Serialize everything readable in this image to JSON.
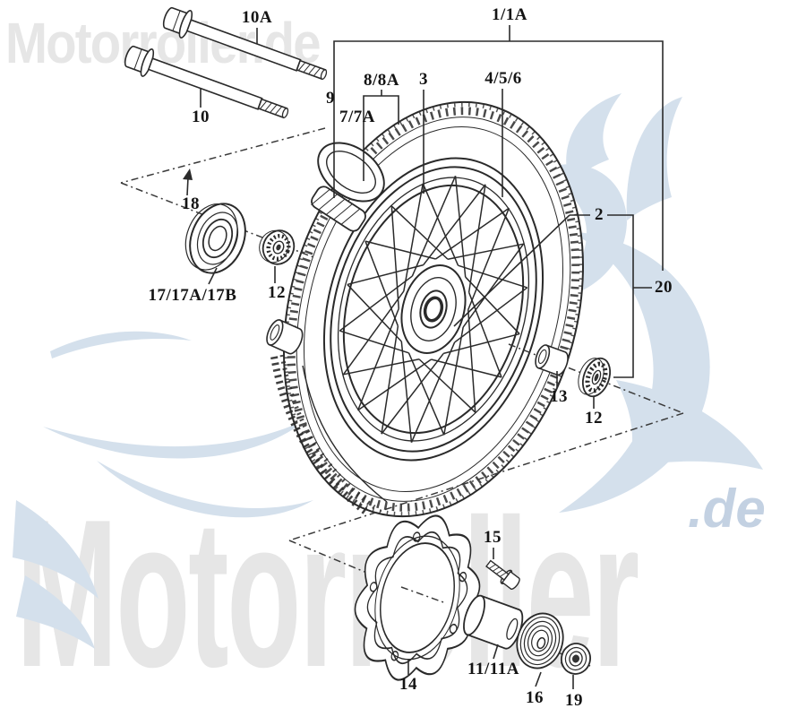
{
  "diagram": {
    "watermark_top": "Motorroller.de",
    "watermark_bottom": "Motorroller",
    "watermark_bottom_suffix": ".de",
    "callouts": [
      {
        "id": "10a",
        "ref": "10A"
      },
      {
        "id": "10",
        "ref": "10"
      },
      {
        "id": "1-1a",
        "ref": "1/1A"
      },
      {
        "id": "9",
        "ref": "9"
      },
      {
        "id": "8-8a",
        "ref": "8/8A"
      },
      {
        "id": "7-7a",
        "ref": "7/7A"
      },
      {
        "id": "3",
        "ref": "3"
      },
      {
        "id": "4-5-6",
        "ref": "4/5/6"
      },
      {
        "id": "18",
        "ref": "18"
      },
      {
        "id": "2",
        "ref": "2"
      },
      {
        "id": "17-17a-17b",
        "ref": "17/17A/17B"
      },
      {
        "id": "12-left",
        "ref": "12"
      },
      {
        "id": "20",
        "ref": "20"
      },
      {
        "id": "13",
        "ref": "13"
      },
      {
        "id": "12-right",
        "ref": "12"
      },
      {
        "id": "15",
        "ref": "15"
      },
      {
        "id": "14",
        "ref": "14"
      },
      {
        "id": "11-11a",
        "ref": "11/11A"
      },
      {
        "id": "16",
        "ref": "16"
      },
      {
        "id": "19",
        "ref": "19"
      }
    ]
  },
  "colors": {
    "line": "#2b2b2b",
    "label": "#141414",
    "watermark_gray": "#e6e6e6",
    "watermark_blue": "#c3d1e2",
    "eagle_blue": "#d4e0ec"
  }
}
